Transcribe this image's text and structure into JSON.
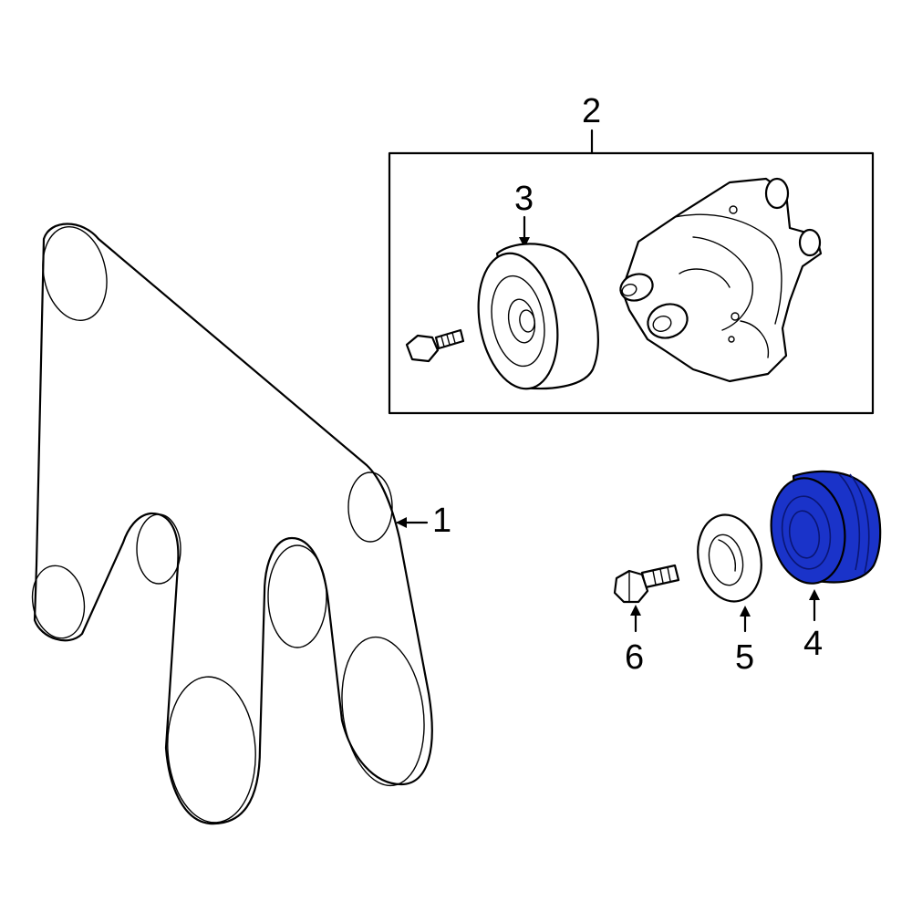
{
  "diagram": {
    "highlight_color": "#1a33c9",
    "callouts": [
      {
        "id": "1",
        "label": "1",
        "part": "serpentine-belt"
      },
      {
        "id": "2",
        "label": "2",
        "part": "tensioner-assembly"
      },
      {
        "id": "3",
        "label": "3",
        "part": "tensioner-pulley"
      },
      {
        "id": "4",
        "label": "4",
        "part": "idler-pulley"
      },
      {
        "id": "5",
        "label": "5",
        "part": "pulley-cover"
      },
      {
        "id": "6",
        "label": "6",
        "part": "pulley-bolt"
      }
    ]
  }
}
